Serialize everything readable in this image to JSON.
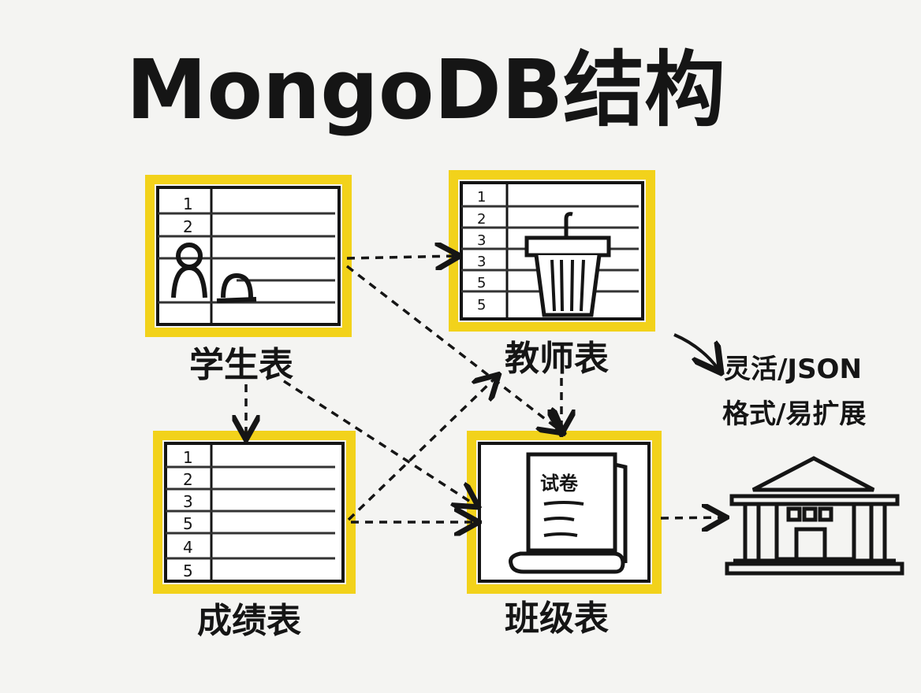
{
  "title": "MongoDB结构",
  "tables": {
    "student": {
      "label": "学生表",
      "row_numbers": [
        "1",
        "2"
      ]
    },
    "teacher": {
      "label": "教师表",
      "row_numbers": [
        "1",
        "2",
        "3",
        "3",
        "5",
        "5"
      ]
    },
    "score": {
      "label": "成绩表",
      "row_numbers": [
        "1",
        "2",
        "3",
        "5",
        "4",
        "5"
      ]
    },
    "class": {
      "label": "班级表",
      "paper_title": "试卷"
    }
  },
  "note": {
    "line1": "灵活/JSON",
    "line2": "格式/易扩展"
  },
  "colors": {
    "highlight": "#f2d21b",
    "ink": "#151515",
    "paper": "#f4f4f2"
  }
}
